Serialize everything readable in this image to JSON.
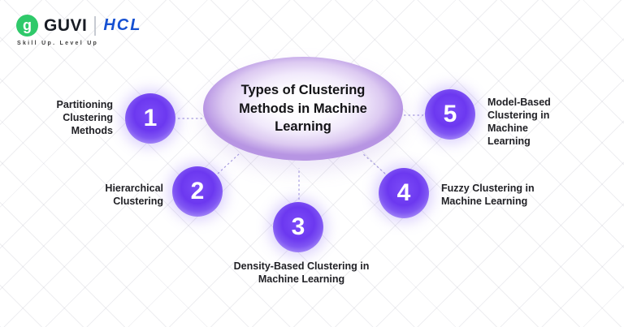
{
  "logo": {
    "icon_letter": "g",
    "guvi": "GUVI",
    "hcl": "HCL",
    "tagline": "Skill Up. Level Up"
  },
  "diagram": {
    "center_title": "Types of Clustering Methods in Machine Learning",
    "nodes": [
      {
        "number": "1",
        "label": "Partitioning Clustering Methods"
      },
      {
        "number": "2",
        "label": "Hierarchical Clustering"
      },
      {
        "number": "3",
        "label": "Density-Based Clustering in Machine Learning"
      },
      {
        "number": "4",
        "label": "Fuzzy Clustering in Machine Learning"
      },
      {
        "number": "5",
        "label": "Model-Based Clustering in Machine Learning"
      }
    ],
    "colors": {
      "node_purple": "#6c38f0",
      "ellipse_lavender": "#b795e3",
      "connector": "#aaa1e0",
      "guvi_green": "#2fc96a",
      "hcl_blue": "#1550d2"
    }
  }
}
